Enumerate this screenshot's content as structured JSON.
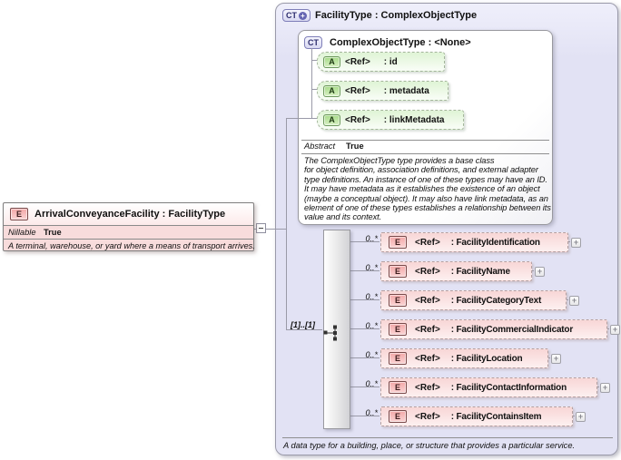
{
  "element_box": {
    "badge": "E",
    "title": "ArrivalConveyanceFacility : FacilityType",
    "prop_label": "Nillable",
    "prop_value": "True",
    "annotation": "A terminal, warehouse, or yard where a means of transport arrives."
  },
  "container": {
    "badge": "CT",
    "badge_plus": "+",
    "title": "FacilityType : ComplexObjectType",
    "footer": "A data type for a building, place, or structure that provides a particular service.",
    "base": {
      "badge": "CT",
      "title": "ComplexObjectType : <None>",
      "attr_badge": "A",
      "ref_label": "<Ref>",
      "attributes": [
        {
          "name": ": id"
        },
        {
          "name": ": metadata"
        },
        {
          "name": ": linkMetadata"
        }
      ],
      "prop_label": "Abstract",
      "prop_value": "True",
      "annotation": "The ComplexObjectType type provides a base class\nfor object definition, association definitions, and external adapter\ntype definitions. An instance of one of these types may have an ID.\nIt may have metadata as it establishes the existence of an object\n(maybe a conceptual object). It may also have link metadata, as an\nelement of one of these types establishes a relationship between its\nvalue and its context."
    },
    "sequence": {
      "cardinality": "[1]..[1]",
      "occurs": "0..*",
      "element_badge": "E",
      "ref_label": "<Ref>",
      "expander": "+",
      "elements": [
        {
          "name": ": FacilityIdentification"
        },
        {
          "name": ": FacilityName"
        },
        {
          "name": ": FacilityCategoryText"
        },
        {
          "name": ": FacilityCommercialIndicator"
        },
        {
          "name": ": FacilityLocation"
        },
        {
          "name": ": FacilityContactInformation"
        },
        {
          "name": ": FacilityContainsItem"
        }
      ]
    }
  },
  "colors": {
    "element_pink": "#f7b9b9",
    "attribute_green": "#aede8e",
    "type_lavender": "#e4e4f6",
    "border_gray": "#98989e"
  }
}
